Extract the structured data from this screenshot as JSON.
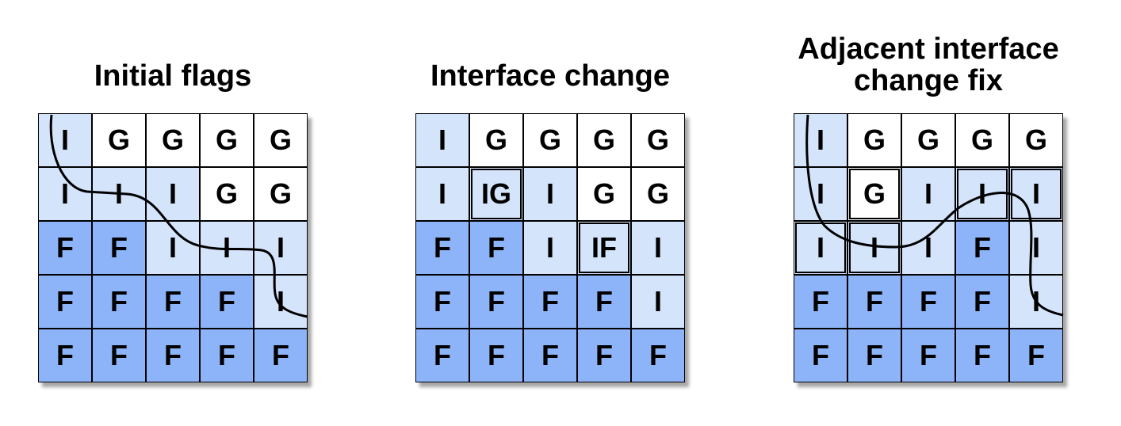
{
  "panels": [
    {
      "title_lines": [
        "Initial flags"
      ],
      "grid": [
        [
          "I",
          "G",
          "G",
          "G",
          "G"
        ],
        [
          "I",
          "I",
          "I",
          "G",
          "G"
        ],
        [
          "F",
          "F",
          "I",
          "I",
          "I"
        ],
        [
          "F",
          "F",
          "F",
          "F",
          "I"
        ],
        [
          "F",
          "F",
          "F",
          "F",
          "F"
        ]
      ],
      "highlighted": []
    },
    {
      "title_lines": [
        "Interface change"
      ],
      "grid": [
        [
          "I",
          "G",
          "G",
          "G",
          "G"
        ],
        [
          "I",
          "IG",
          "I",
          "G",
          "G"
        ],
        [
          "F",
          "F",
          "I",
          "IF",
          "I"
        ],
        [
          "F",
          "F",
          "F",
          "F",
          "I"
        ],
        [
          "F",
          "F",
          "F",
          "F",
          "F"
        ]
      ],
      "highlighted": [
        [
          1,
          1
        ],
        [
          2,
          3
        ]
      ]
    },
    {
      "title_lines": [
        "Adjacent interface",
        "change fix"
      ],
      "grid": [
        [
          "I",
          "G",
          "G",
          "G",
          "G"
        ],
        [
          "I",
          "G",
          "I",
          "I",
          "I"
        ],
        [
          "I",
          "I",
          "I",
          "F",
          "I"
        ],
        [
          "F",
          "F",
          "F",
          "F",
          "I"
        ],
        [
          "F",
          "F",
          "F",
          "F",
          "F"
        ]
      ],
      "highlighted": [
        [
          1,
          1
        ],
        [
          1,
          3
        ],
        [
          1,
          4
        ],
        [
          2,
          0
        ],
        [
          2,
          1
        ]
      ]
    }
  ],
  "colors": {
    "G": "#ffffff",
    "I": "#d4e4fb",
    "F": "#8db4f8",
    "border": "#000000"
  }
}
